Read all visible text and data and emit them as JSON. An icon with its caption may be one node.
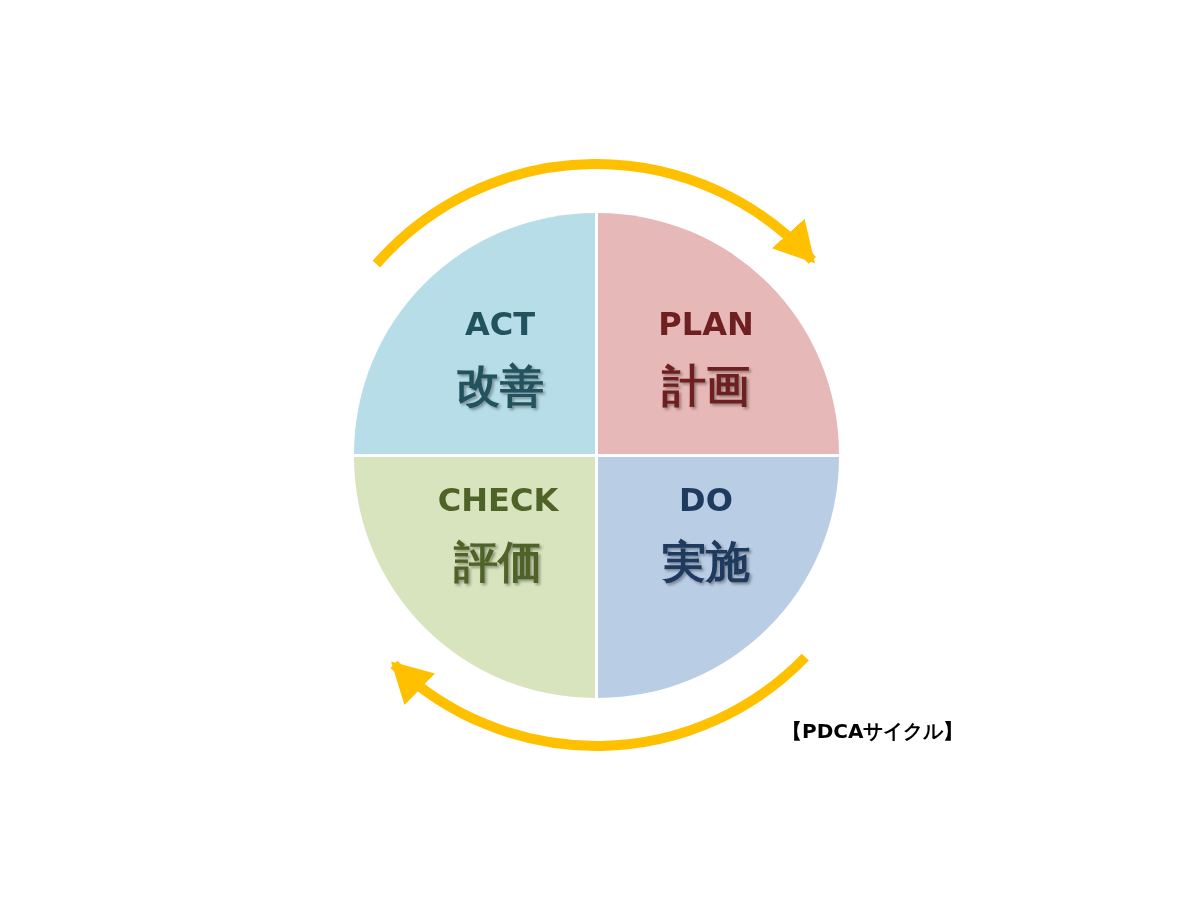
{
  "diagram": {
    "caption": "【PDCAサイクル】",
    "nodes": [
      {
        "text": [
          "ACT",
          "改善"
        ]
      },
      {
        "text": [
          "PLAN",
          "計画"
        ]
      },
      {
        "text": [
          "CHECK",
          "評価"
        ]
      },
      {
        "text": [
          "DO",
          "実施"
        ]
      }
    ],
    "edges": [
      {
        "from": 0,
        "to": 1,
        "arrow": "to"
      },
      {
        "from": 3,
        "to": 2,
        "arrow": "to"
      }
    ]
  }
}
